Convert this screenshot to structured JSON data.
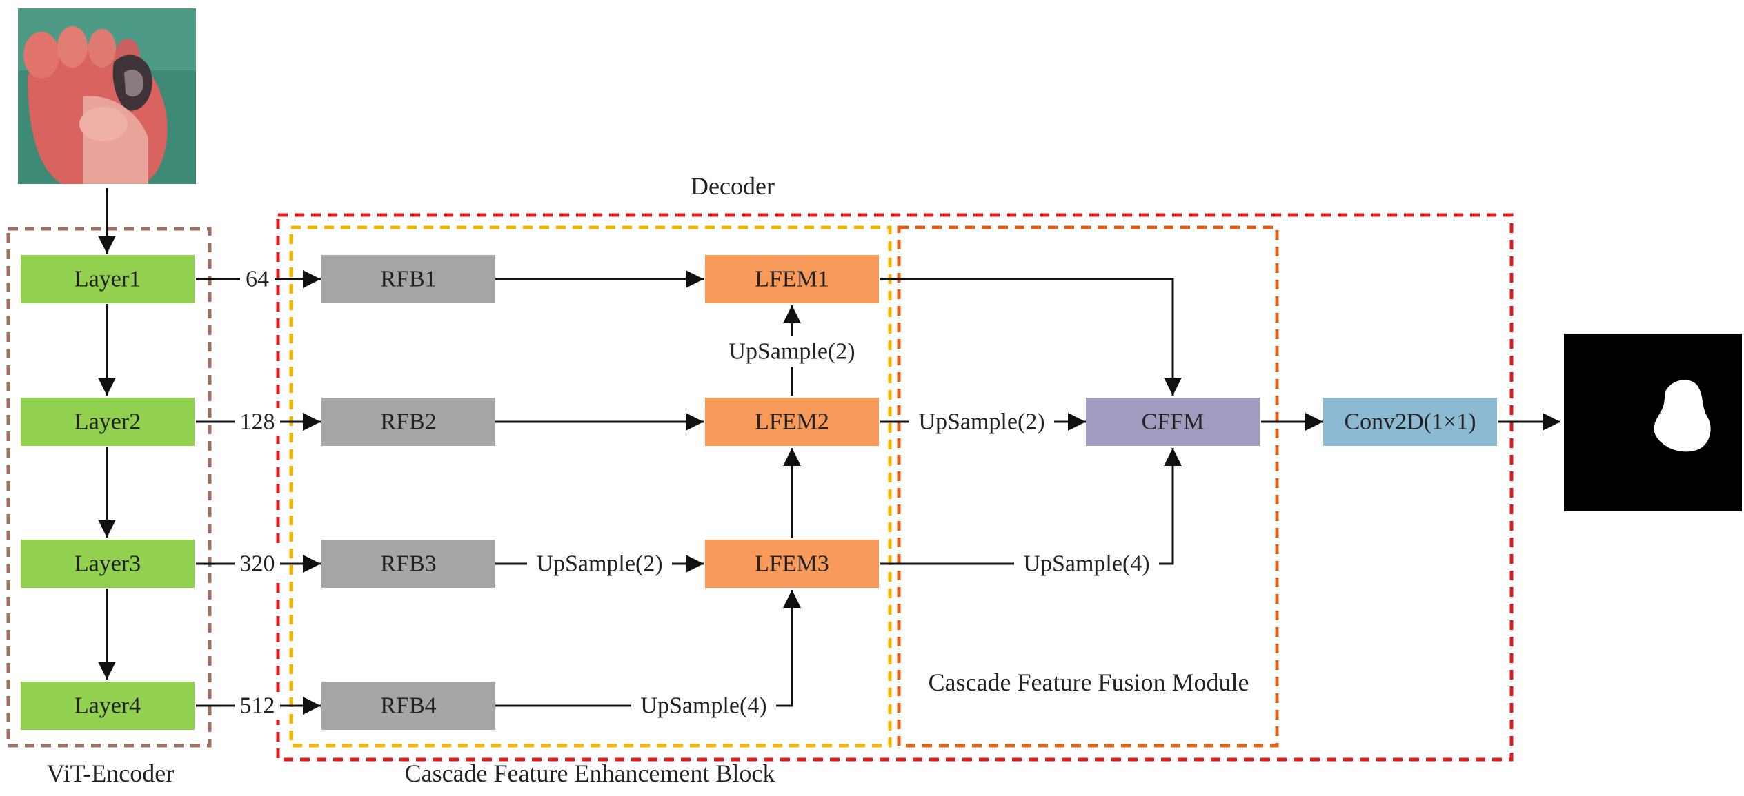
{
  "regions": {
    "decoder": "Decoder",
    "encoder": "ViT-Encoder",
    "enhancement": "Cascade Feature Enhancement Block",
    "fusion": "Cascade Feature Fusion Module"
  },
  "nodes": {
    "layer1": "Layer1",
    "layer2": "Layer2",
    "layer3": "Layer3",
    "layer4": "Layer4",
    "rfb1": "RFB1",
    "rfb2": "RFB2",
    "rfb3": "RFB3",
    "rfb4": "RFB4",
    "lfem1": "LFEM1",
    "lfem2": "LFEM2",
    "lfem3": "LFEM3",
    "cffm": "CFFM",
    "conv": "Conv2D(1×1)"
  },
  "edge_labels": {
    "ch1": "64",
    "ch2": "128",
    "ch3": "320",
    "ch4": "512",
    "up_lfem2_lfem1": "UpSample(2)",
    "up_lfem2_cffm": "UpSample(2)",
    "up_rfb3_lfem3": "UpSample(2)",
    "up_lfem3_cffm": "UpSample(4)",
    "up_rfb4_lfem3": "UpSample(4)"
  },
  "colors": {
    "layer": "#92d050",
    "rfb": "#a6a6a6",
    "lfem": "#f79a5a",
    "cffm": "#a39ac0",
    "conv": "#8cbad3",
    "decoder_border": "#e01b1b",
    "encoder_border": "#a06e5e",
    "enhancement_border": "#f5b400",
    "fusion_border": "#e06018"
  },
  "images": {
    "input": "foot-photo",
    "output": "segmentation-mask"
  }
}
